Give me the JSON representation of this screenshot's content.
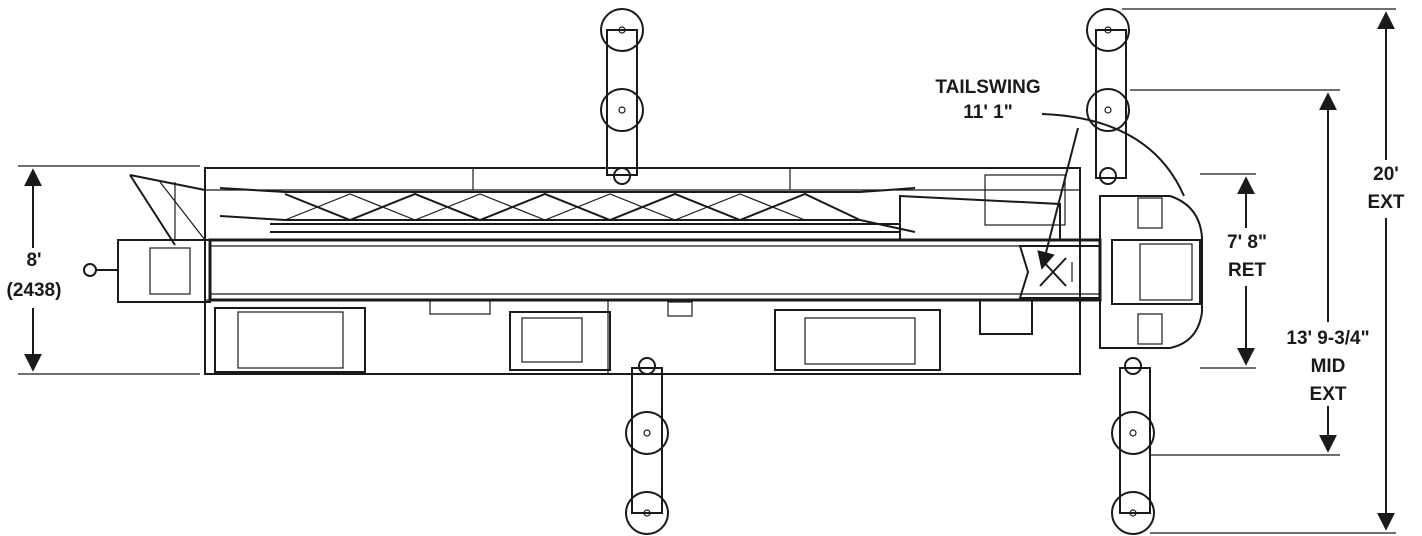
{
  "labels": {
    "width_line1": "8'",
    "width_line2": "(2438)",
    "tailswing_line1": "TAILSWING",
    "tailswing_line2": "11' 1\"",
    "ret_line1": "7' 8\"",
    "ret_line2": "RET",
    "ext_line1": "20'",
    "ext_line2": "EXT",
    "mid_line1": "13' 9-3/4\"",
    "mid_line2": "MID",
    "mid_line3": "EXT"
  }
}
